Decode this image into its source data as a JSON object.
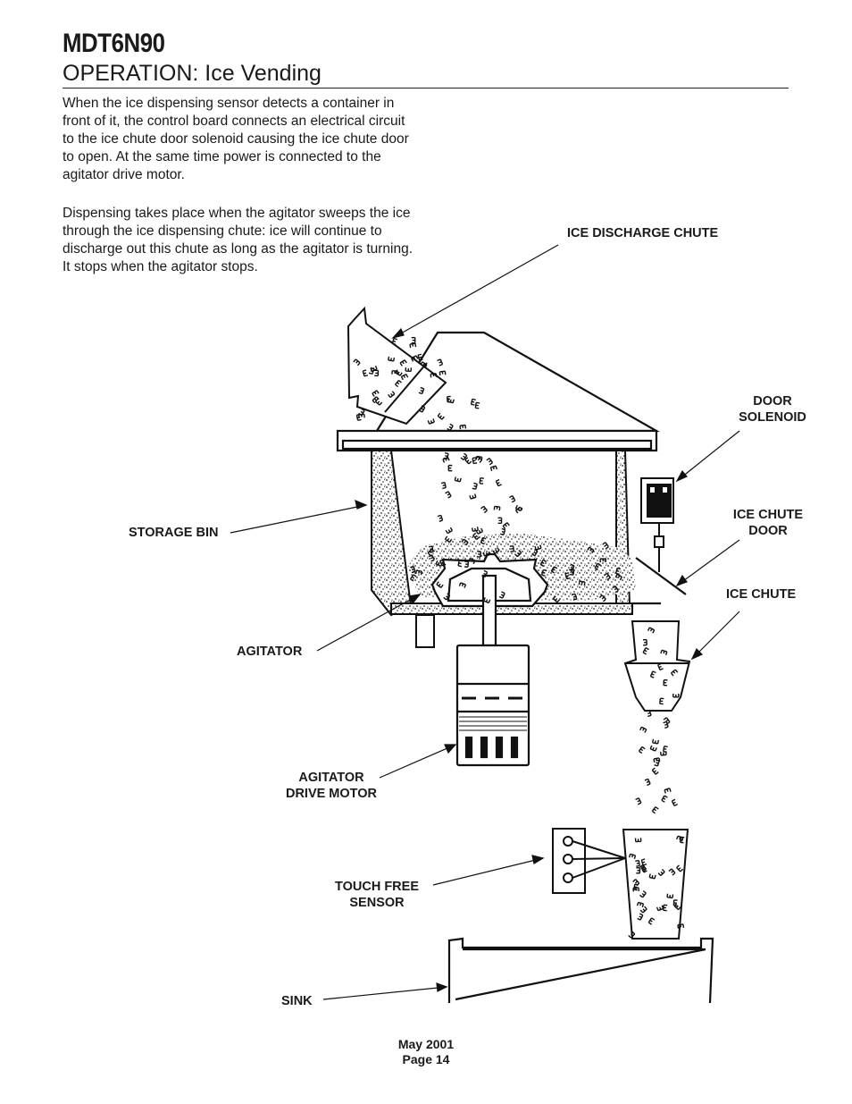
{
  "header": {
    "model": "MDT6N90",
    "section": "OPERATION: Ice Vending"
  },
  "body": {
    "paragraph1": "When the ice dispensing sensor detects a container in front of it, the control board connects an electrical circuit to the ice chute door solenoid causing the ice chute door to open. At the same time power is connected to the  agitator drive motor.",
    "paragraph2": "Dispensing takes place when the agitator sweeps the ice through the ice dispensing chute: ice will continue to discharge out this chute as long as the agitator is turning. It stops when the agitator stops."
  },
  "diagram": {
    "labels": {
      "ice_discharge_chute": "ICE DISCHARGE CHUTE",
      "door_solenoid": "DOOR\nSOLENOID",
      "ice_chute_door": "ICE CHUTE\nDOOR",
      "ice_chute": "ICE CHUTE",
      "storage_bin": "STORAGE BIN",
      "agitator": "AGITATOR",
      "agitator_drive_motor": "AGITATOR\nDRIVE MOTOR",
      "touch_free_sensor": "TOUCH FREE\nSENSOR",
      "sink": "SINK"
    }
  },
  "footer": {
    "date": "May 2001",
    "page": "Page 14"
  }
}
